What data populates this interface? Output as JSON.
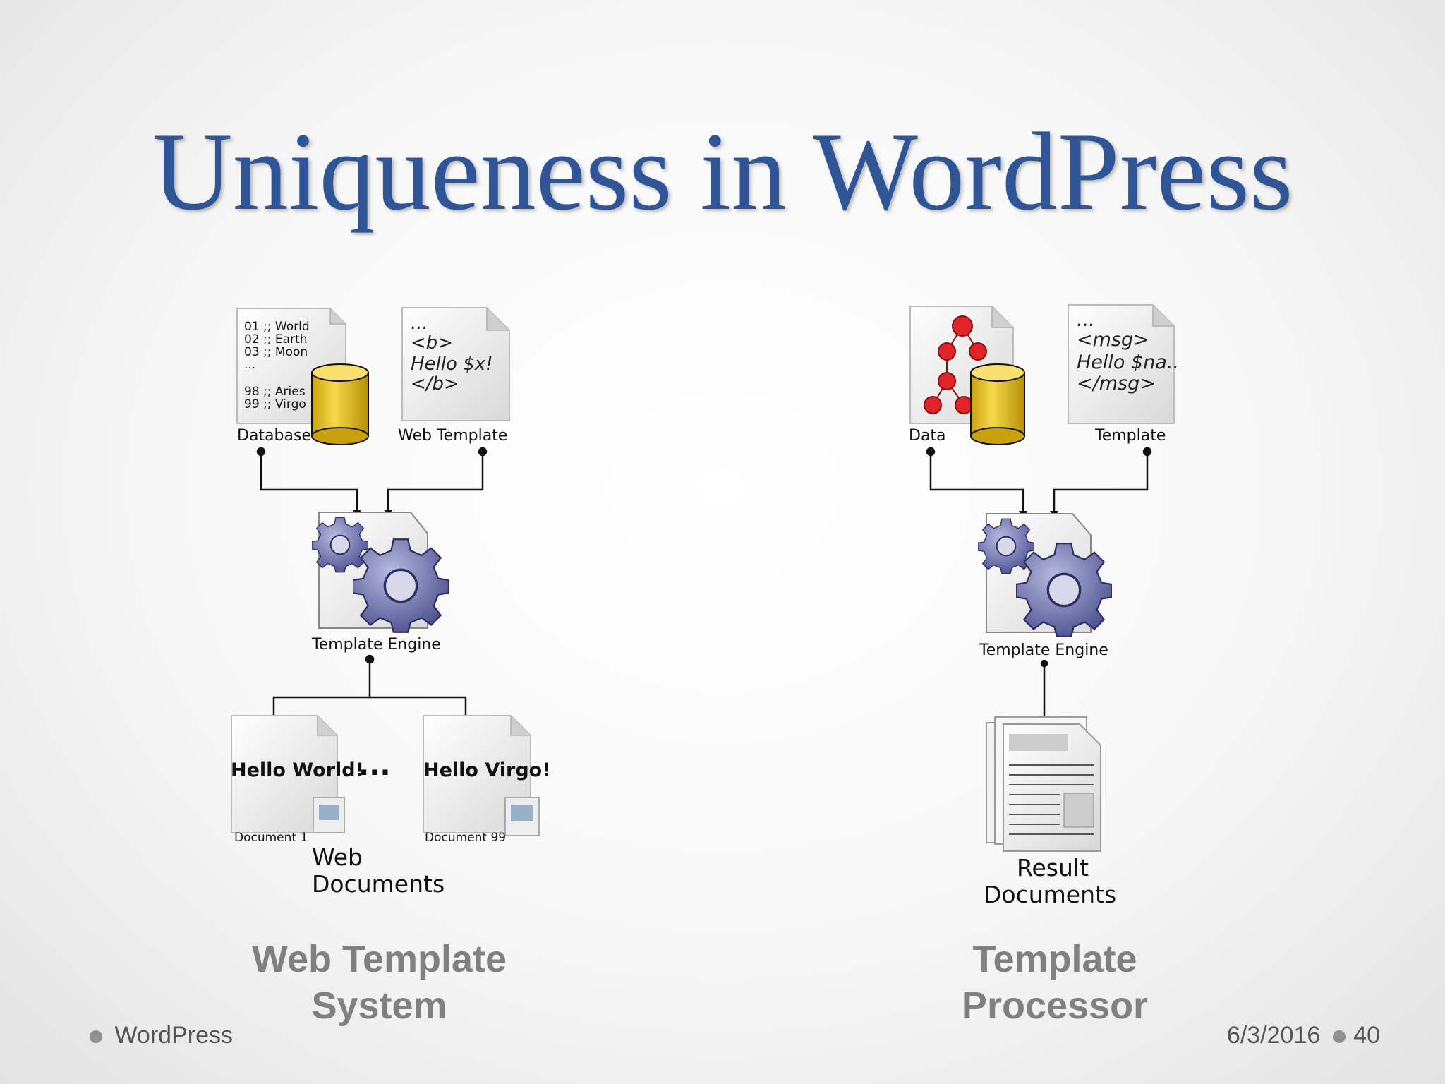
{
  "slide": {
    "title": "Uniqueness in WordPress"
  },
  "left_diagram": {
    "database_label": "Database",
    "db_lines": [
      "01 ;; World",
      "02 ;; Earth",
      "03 ;; Moon",
      "...",
      "98 ;; Aries",
      "99 ;; Virgo"
    ],
    "template_label": "Web Template",
    "template_lines": [
      "...",
      "<b>",
      "Hello $x!",
      "</b>"
    ],
    "engine_label": "Template Engine",
    "doc1_text": "Hello World!",
    "doc1_label": "Document 1",
    "ellipsis": "...",
    "doc99_text": "Hello Virgo!",
    "doc99_label": "Document 99",
    "output_label_1": "Web",
    "output_label_2": "Documents",
    "caption_1": "Web Template",
    "caption_2": "System"
  },
  "right_diagram": {
    "data_label": "Data",
    "template_label": "Template",
    "template_lines": [
      "...",
      "<msg>",
      "Hello $na..",
      "</msg>"
    ],
    "engine_label": "Template Engine",
    "output_label_1": "Result",
    "output_label_2": "Documents",
    "caption_1": "Template",
    "caption_2": "Processor"
  },
  "footer": {
    "left_text": "WordPress",
    "date": "6/3/2016",
    "page_number": "40"
  },
  "colors": {
    "title": "#2f5597",
    "caption": "#808080",
    "gear": "#6b6fa8",
    "database": "#e8c020",
    "tree_node": "#e0242a"
  }
}
